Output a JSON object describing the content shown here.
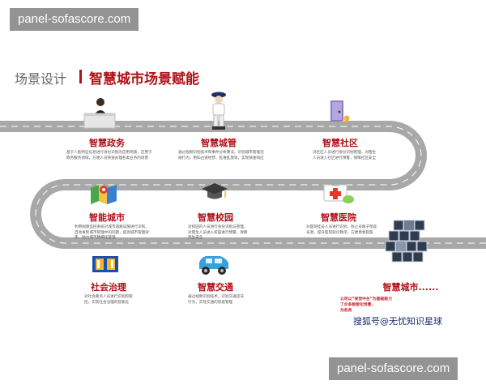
{
  "watermarks": {
    "top": "panel-sofascore.com",
    "bottom": "panel-sofascore.com"
  },
  "header": {
    "prefix": "场景设计",
    "title": "智慧城市场景赋能"
  },
  "scenes": [
    {
      "id": "gov",
      "title": "智慧政务",
      "desc": "基于人脸特征信息进行身份识别的应用场景，应用于政务服务领域，方便人员快速办理各类业务的场景"
    },
    {
      "id": "city",
      "title": "智慧城管",
      "desc": "通过视频识别技术和事件分析算法，识别城市管理违规行为，例如占道经营、乱堆乱放等，实现快速响应"
    },
    {
      "id": "community",
      "title": "智慧社区",
      "desc": "对社区人员进行身份识别管理，对陌生人员进入社区进行预警，保障社区安全"
    },
    {
      "id": "town",
      "title": "智能城市",
      "desc": "利用视频监控系统对城市道路设施进行识别，自动发现城市管理中的问题，提高城市管理效率，助力城市精细化管理"
    },
    {
      "id": "campus",
      "title": "智慧校园",
      "desc": "对校园内人员进行身份识别与管理，对陌生人员进入校园进行预警，保障师生安全"
    },
    {
      "id": "hospital",
      "title": "智慧医院",
      "desc": "对医院挂号人员进行识别，防止号贩子倒卖号源，提升医院就诊秩序，方便患者就医"
    },
    {
      "id": "society",
      "title": "社会治理",
      "desc": "对社会重点人员进行识别和管控，实现社会治理的智能化"
    },
    {
      "id": "traffic",
      "title": "智慧交通",
      "desc": "通过视频识别技术，识别交通违法行为，实现交通的智能管理"
    },
    {
      "id": "more",
      "title": "智慧城市......",
      "desc": ""
    }
  ],
  "corp_note": [
    "公司以“视觉中台”为基础能力",
    "了众多智能化场景，",
    "为各类"
  ],
  "sohu_text": "搜狐号@无忧知识星球",
  "colors": {
    "road": "#a8a8a8",
    "lane": "#ffffff",
    "accent": "#b01218",
    "watermark": "#8a8a8a"
  }
}
